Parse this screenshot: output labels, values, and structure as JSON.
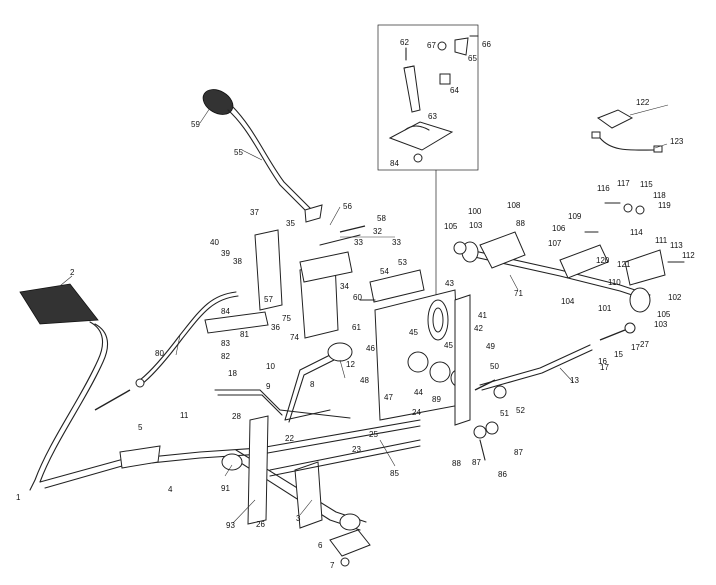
{
  "diagram": {
    "labels": [
      "1",
      "2",
      "3",
      "4",
      "5",
      "6",
      "7",
      "8",
      "9",
      "10",
      "11",
      "12",
      "13",
      "15",
      "16",
      "17",
      "17",
      "18",
      "22",
      "23",
      "24",
      "25",
      "26",
      "27",
      "28",
      "32",
      "33",
      "33",
      "34",
      "35",
      "36",
      "37",
      "38",
      "39",
      "40",
      "41",
      "42",
      "43",
      "44",
      "45",
      "45",
      "46",
      "47",
      "48",
      "49",
      "50",
      "51",
      "52",
      "53",
      "54",
      "55",
      "56",
      "57",
      "58",
      "59",
      "60",
      "61",
      "62",
      "63",
      "64",
      "65",
      "66",
      "67",
      "71",
      "74",
      "75",
      "80",
      "81",
      "82",
      "83",
      "84",
      "84",
      "85",
      "86",
      "87",
      "87",
      "88",
      "88",
      "89",
      "91",
      "93",
      "100",
      "101",
      "102",
      "103",
      "103",
      "104",
      "105",
      "105",
      "106",
      "107",
      "108",
      "109",
      "110",
      "111",
      "112",
      "113",
      "114",
      "115",
      "116",
      "117",
      "118",
      "119",
      "120",
      "121",
      "122",
      "123"
    ]
  }
}
